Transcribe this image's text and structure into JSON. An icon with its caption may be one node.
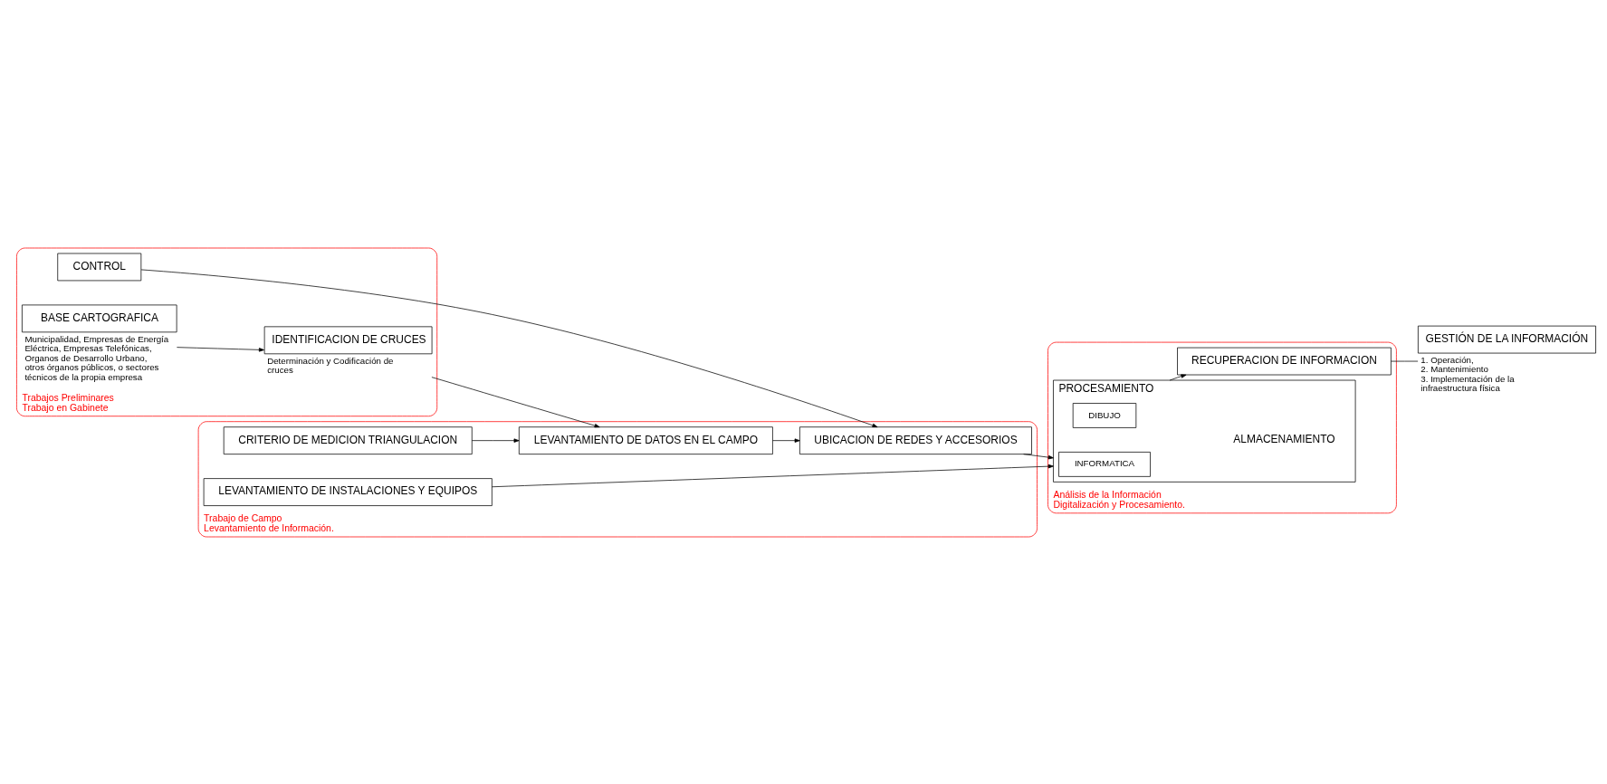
{
  "diagram": {
    "nodes": [
      {
        "text": [
          "Trabajos Preliminares",
          "Trabajo en Gabinete"
        ]
      },
      {
        "text": [
          "BASE CARTOGRAFICA"
        ],
        "in": 0,
        "beside": [
          "Municipalidad, Empresas de Energía Eléctrica, Empresas Telefónicas, Organos de Desarrollo Urbano, otros órganos públicos, o sectores técnicos de la propia empresa"
        ]
      },
      {
        "text": [
          "IDENTIFICACION DE CRUCES"
        ],
        "in": 0,
        "beside": [
          "Determinación y Codificación de cruces"
        ]
      },
      {
        "text": [
          "CONTROL"
        ],
        "in": 0
      },
      {
        "text": [
          "Trabajo de Campo",
          "Levantamiento de Información."
        ]
      },
      {
        "text": [
          "CRITERIO DE MEDICION TRIANGULACION"
        ],
        "in": 4
      },
      {
        "text": [
          "LEVANTAMIENTO DE DATOS EN EL CAMPO"
        ],
        "in": 4
      },
      {
        "text": [
          "UBICACION DE REDES Y ACCESORIOS"
        ],
        "in": 4
      },
      {
        "text": [
          "LEVANTAMIENTO DE INSTALACIONES Y EQUIPOS"
        ],
        "in": 4
      },
      {
        "text": [
          "Análisis de la Información",
          "Digitalización y Procesamiento."
        ]
      },
      {
        "text": [
          "PROCESAMIENTO",
          "ALMACENAMIENTO"
        ],
        "in": 9
      },
      {
        "text": [
          "INFORMATICA"
        ],
        "in": 10
      },
      {
        "text": [
          "DIBUJO"
        ],
        "in": 10
      },
      {
        "text": [
          "RECUPERACION DE INFORMACION"
        ],
        "in": 9
      },
      {
        "text": [
          "GESTIÓN DE LA INFORMACIÓN"
        ],
        "beside": [
          "1. Operación,",
          "2. Mantenimiento",
          "3. Implementación de la infraestructura física"
        ]
      }
    ],
    "edges": [
      {
        "from": 1,
        "to": 2,
        "arrow": "to"
      },
      {
        "from": 2,
        "to": 6,
        "arrow": "to"
      },
      {
        "from": 5,
        "to": 6,
        "arrow": "to"
      },
      {
        "from": 6,
        "to": 7,
        "arrow": "to"
      },
      {
        "from": 3,
        "to": 7,
        "arrow": "to"
      },
      {
        "from": 7,
        "to": 10,
        "arrow": "to"
      },
      {
        "from": 8,
        "to": 10,
        "arrow": "to"
      },
      {
        "from": 10,
        "to": 13,
        "arrow": "to"
      },
      {
        "from": 13,
        "to": 14,
        "arrow": "none"
      }
    ]
  }
}
